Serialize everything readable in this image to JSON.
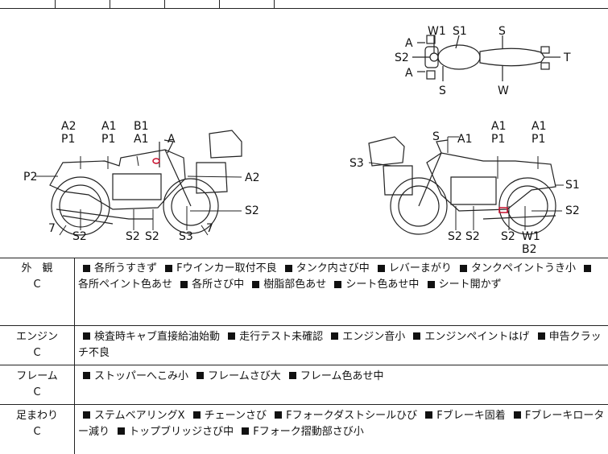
{
  "diagram_labels": {
    "top": [
      "W1",
      "S1",
      "S",
      "A",
      "S2",
      "A",
      "T",
      "S",
      "W"
    ],
    "left": [
      "A2",
      "P1",
      "A1",
      "P1",
      "B1",
      "A1",
      "A",
      "P2",
      "A2",
      "S2",
      "7",
      "S2",
      "S2",
      "S2",
      "S3",
      "7"
    ],
    "right": [
      "S",
      "A1",
      "A1",
      "P1",
      "A1",
      "P1",
      "S3",
      "S1",
      "S2",
      "S2",
      "S2",
      "S2",
      "W1",
      "B2"
    ]
  },
  "sections": [
    {
      "name": "外　観",
      "grade": "C",
      "items": [
        "各所うすきず",
        "Fウインカー取付不良",
        "タンク内さび中",
        "レバーまがり",
        "タンクペイントうき小",
        "各所ペイント色あせ",
        "各所さび中",
        "樹脂部色あせ",
        "シート色あせ中",
        "シート開かず"
      ]
    },
    {
      "name": "エンジン",
      "grade": "C",
      "items": [
        "検査時キャブ直接給油始動",
        "走行テスト未確認",
        "エンジン音小",
        "エンジンペイントはげ",
        "申告クラッチ不良"
      ]
    },
    {
      "name": "フレーム",
      "grade": "C",
      "items": [
        "ストッパーへこみ小",
        "フレームさび大",
        "フレーム色あせ中"
      ]
    },
    {
      "name": "足まわり",
      "grade": "C",
      "items": [
        "ステムベアリングX",
        "チェーンさび",
        "Fフォークダストシールひび",
        "Fブレーキ固着",
        "Fブレーキローター減り",
        "トップブリッジさび中",
        "Fフォーク摺動部さび小"
      ]
    }
  ]
}
